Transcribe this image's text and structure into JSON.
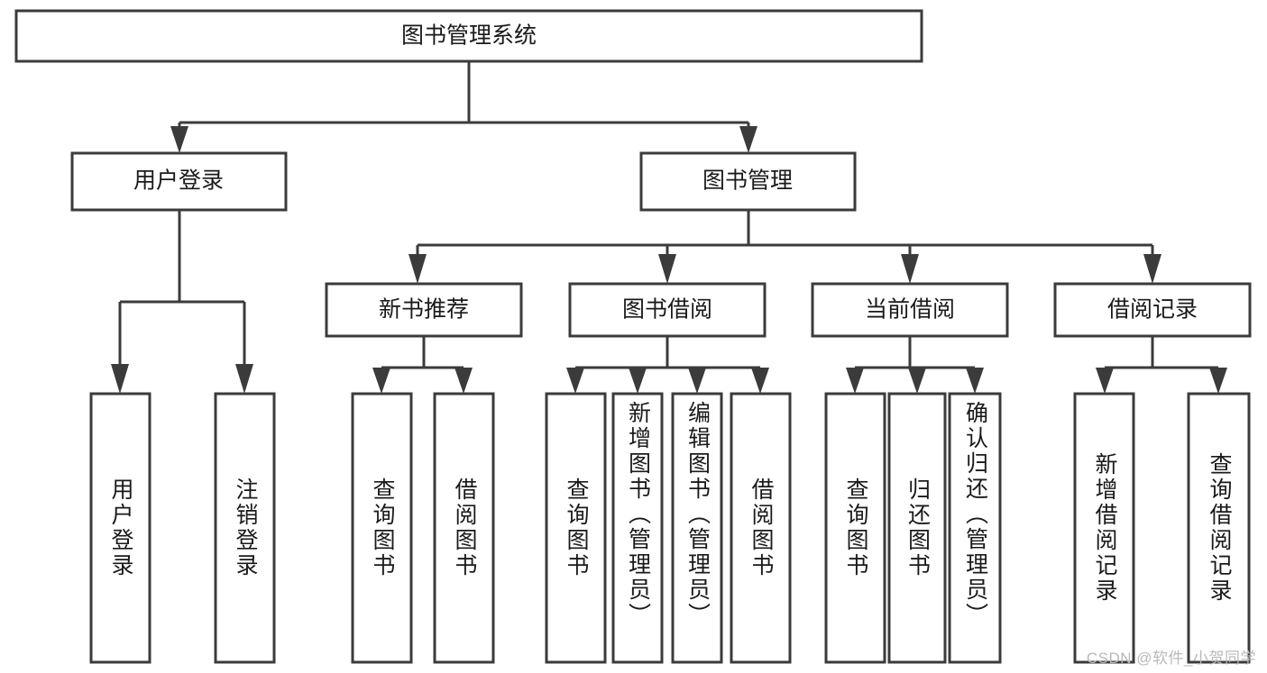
{
  "diagram": {
    "title": "图书管理系统",
    "type": "tree-hierarchy",
    "root": {
      "id": "root",
      "label": "图书管理系统",
      "orientation": "horizontal"
    },
    "level2": [
      {
        "id": "user-login",
        "label": "用户登录",
        "orientation": "horizontal"
      },
      {
        "id": "book-management",
        "label": "图书管理",
        "orientation": "horizontal"
      }
    ],
    "level3": [
      {
        "id": "new-book-recommend",
        "label": "新书推荐",
        "orientation": "horizontal",
        "parent": "book-management"
      },
      {
        "id": "book-borrow",
        "label": "图书借阅",
        "orientation": "horizontal",
        "parent": "book-management"
      },
      {
        "id": "current-borrow",
        "label": "当前借阅",
        "orientation": "horizontal",
        "parent": "book-management"
      },
      {
        "id": "borrow-record",
        "label": "借阅记录",
        "orientation": "horizontal",
        "parent": "book-management"
      }
    ],
    "leaves": [
      {
        "id": "leaf-user-login",
        "label": "用户登录",
        "orientation": "vertical",
        "parent": "user-login"
      },
      {
        "id": "leaf-logout-login",
        "label": "注销登录",
        "orientation": "vertical",
        "parent": "user-login"
      },
      {
        "id": "leaf-query-book-1",
        "label": "查询图书",
        "orientation": "vertical",
        "parent": "new-book-recommend"
      },
      {
        "id": "leaf-borrow-book-1",
        "label": "借阅图书",
        "orientation": "vertical",
        "parent": "new-book-recommend"
      },
      {
        "id": "leaf-query-book-2",
        "label": "查询图书",
        "orientation": "vertical",
        "parent": "book-borrow"
      },
      {
        "id": "leaf-add-book",
        "label": "新增图书（管理员）",
        "orientation": "vertical",
        "parent": "book-borrow"
      },
      {
        "id": "leaf-edit-book",
        "label": "编辑图书（管理员）",
        "orientation": "vertical",
        "parent": "book-borrow"
      },
      {
        "id": "leaf-borrow-book-2",
        "label": "借阅图书",
        "orientation": "vertical",
        "parent": "book-borrow"
      },
      {
        "id": "leaf-query-book-3",
        "label": "查询图书",
        "orientation": "vertical",
        "parent": "current-borrow"
      },
      {
        "id": "leaf-return-book",
        "label": "归还图书",
        "orientation": "vertical",
        "parent": "current-borrow"
      },
      {
        "id": "leaf-confirm-return",
        "label": "确认归还（管理员）",
        "orientation": "vertical",
        "parent": "current-borrow"
      },
      {
        "id": "leaf-add-record",
        "label": "新增借阅记录",
        "orientation": "vertical",
        "parent": "borrow-record"
      },
      {
        "id": "leaf-query-record",
        "label": "查询借阅记录",
        "orientation": "vertical",
        "parent": "borrow-record"
      }
    ],
    "colors": {
      "box_stroke": "#3b3b3b",
      "box_fill": "#ffffff",
      "text": "#1a1a1a",
      "background": "#ffffff",
      "watermark": "#b9b9b9"
    }
  },
  "watermark": {
    "text": "CSDN @软件_小贺同学"
  }
}
